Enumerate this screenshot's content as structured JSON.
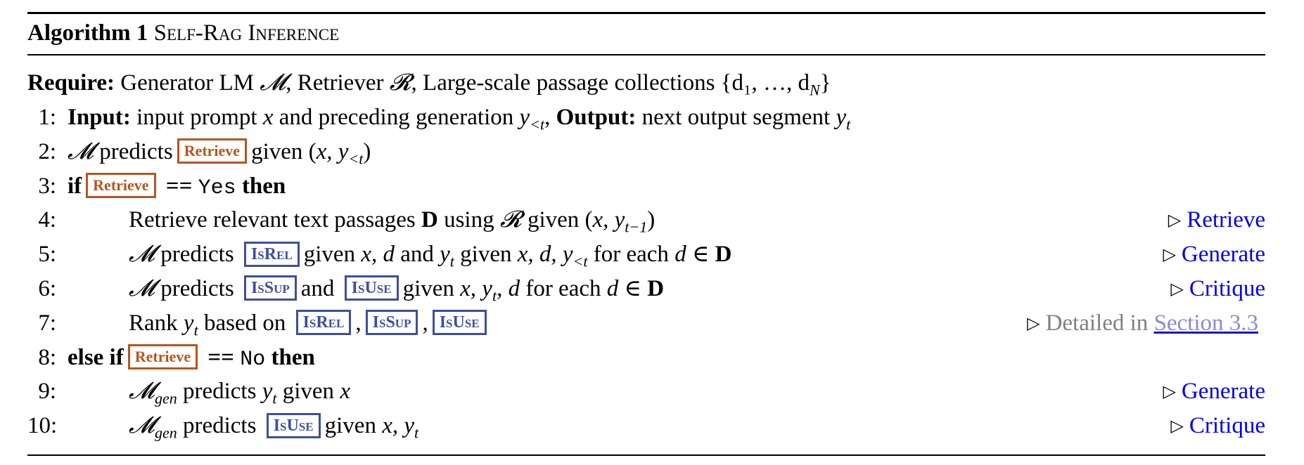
{
  "title": {
    "label": "Algorithm 1",
    "name": "Self-Rag Inference"
  },
  "require": {
    "label": "Require:",
    "segments": [
      {
        "t": " Generator LM ",
        "s": "text"
      },
      {
        "t": "𝓜",
        "s": "math"
      },
      {
        "t": ", Retriever ",
        "s": "text"
      },
      {
        "t": "𝓡",
        "s": "math"
      },
      {
        "t": ", Large-scale passage collections {d₁, …, d",
        "s": "text"
      },
      {
        "t": "N",
        "s": "sub"
      },
      {
        "t": "}",
        "s": "text"
      }
    ]
  },
  "lines": [
    {
      "num": "1:",
      "indent": 1,
      "segments": [
        {
          "t": "Input:",
          "s": "bold"
        },
        {
          "t": " input prompt ",
          "s": "text"
        },
        {
          "t": "x",
          "s": "math"
        },
        {
          "t": " and preceding generation ",
          "s": "text"
        },
        {
          "t": "y",
          "s": "math"
        },
        {
          "t": "<t",
          "s": "sub"
        },
        {
          "t": ", ",
          "s": "text"
        },
        {
          "t": "Output:",
          "s": "bold"
        },
        {
          "t": " next output segment ",
          "s": "text"
        },
        {
          "t": "y",
          "s": "math"
        },
        {
          "t": "t",
          "s": "sub"
        }
      ]
    },
    {
      "num": "2:",
      "indent": 1,
      "segments": [
        {
          "t": "𝓜",
          "s": "math"
        },
        {
          "t": " predicts",
          "s": "text"
        },
        {
          "t": "Retrieve",
          "s": "box-retrieve"
        },
        {
          "t": "given (",
          "s": "text"
        },
        {
          "t": "x, y",
          "s": "math"
        },
        {
          "t": "<t",
          "s": "sub"
        },
        {
          "t": ")",
          "s": "text"
        }
      ]
    },
    {
      "num": "3:",
      "indent": 1,
      "segments": [
        {
          "t": "if",
          "s": "bold"
        },
        {
          "t": "Retrieve",
          "s": "box-retrieve"
        },
        {
          "t": " == ",
          "s": "bold"
        },
        {
          "t": "Yes",
          "s": "mono"
        },
        {
          "t": " then",
          "s": "bold"
        }
      ]
    },
    {
      "num": "4:",
      "indent": 2,
      "segments": [
        {
          "t": "Retrieve relevant text passages ",
          "s": "text"
        },
        {
          "t": "D",
          "s": "bold"
        },
        {
          "t": " using ",
          "s": "text"
        },
        {
          "t": "𝓡",
          "s": "math"
        },
        {
          "t": " given (",
          "s": "text"
        },
        {
          "t": "x, y",
          "s": "math"
        },
        {
          "t": "t−1",
          "s": "sub"
        },
        {
          "t": ")",
          "s": "text"
        }
      ],
      "comment": {
        "text": "Retrieve",
        "style": "blue"
      }
    },
    {
      "num": "5:",
      "indent": 2,
      "segments": [
        {
          "t": "𝓜",
          "s": "math"
        },
        {
          "t": " predicts ",
          "s": "text"
        },
        {
          "t": "IsRel",
          "s": "box-crit"
        },
        {
          "t": "given ",
          "s": "text"
        },
        {
          "t": "x, d",
          "s": "math"
        },
        {
          "t": " and ",
          "s": "text"
        },
        {
          "t": "y",
          "s": "math"
        },
        {
          "t": "t",
          "s": "sub"
        },
        {
          "t": " given ",
          "s": "text"
        },
        {
          "t": "x, d, y",
          "s": "math"
        },
        {
          "t": "<t",
          "s": "sub"
        },
        {
          "t": " for each ",
          "s": "text"
        },
        {
          "t": "d",
          "s": "math"
        },
        {
          "t": " ∈ ",
          "s": "text"
        },
        {
          "t": "D",
          "s": "bold"
        }
      ],
      "comment": {
        "text": "Generate",
        "style": "blue"
      }
    },
    {
      "num": "6:",
      "indent": 2,
      "segments": [
        {
          "t": "𝓜",
          "s": "math"
        },
        {
          "t": " predicts ",
          "s": "text"
        },
        {
          "t": "IsSup",
          "s": "box-crit"
        },
        {
          "t": "and ",
          "s": "text"
        },
        {
          "t": "IsUse",
          "s": "box-crit"
        },
        {
          "t": "given ",
          "s": "text"
        },
        {
          "t": "x, y",
          "s": "math"
        },
        {
          "t": "t",
          "s": "sub"
        },
        {
          "t": ", d",
          "s": "math"
        },
        {
          "t": " for each ",
          "s": "text"
        },
        {
          "t": "d",
          "s": "math"
        },
        {
          "t": " ∈ ",
          "s": "text"
        },
        {
          "t": "D",
          "s": "bold"
        }
      ],
      "comment": {
        "text": "Critique",
        "style": "blue"
      }
    },
    {
      "num": "7:",
      "indent": 2,
      "segments": [
        {
          "t": "Rank ",
          "s": "text"
        },
        {
          "t": "y",
          "s": "math"
        },
        {
          "t": "t",
          "s": "sub"
        },
        {
          "t": " based on ",
          "s": "text"
        },
        {
          "t": "IsRel",
          "s": "box-crit"
        },
        {
          "t": ",",
          "s": "text"
        },
        {
          "t": "IsSup",
          "s": "box-crit"
        },
        {
          "t": ",",
          "s": "text"
        },
        {
          "t": "IsUse",
          "s": "box-crit"
        }
      ],
      "comment": {
        "text": "Detailed in ",
        "style": "gray",
        "link": "Section 3.3"
      }
    },
    {
      "num": "8:",
      "indent": 1,
      "segments": [
        {
          "t": "else if",
          "s": "bold"
        },
        {
          "t": "Retrieve",
          "s": "box-retrieve"
        },
        {
          "t": " == ",
          "s": "bold"
        },
        {
          "t": "No",
          "s": "mono"
        },
        {
          "t": " then",
          "s": "bold"
        }
      ]
    },
    {
      "num": "9:",
      "indent": 2,
      "segments": [
        {
          "t": "𝓜",
          "s": "math"
        },
        {
          "t": "gen",
          "s": "sub-math"
        },
        {
          "t": " predicts ",
          "s": "text"
        },
        {
          "t": "y",
          "s": "math"
        },
        {
          "t": "t",
          "s": "sub"
        },
        {
          "t": " given ",
          "s": "text"
        },
        {
          "t": "x",
          "s": "math"
        }
      ],
      "comment": {
        "text": "Generate",
        "style": "blue"
      }
    },
    {
      "num": "10:",
      "indent": 2,
      "segments": [
        {
          "t": "𝓜",
          "s": "math"
        },
        {
          "t": "gen",
          "s": "sub-math"
        },
        {
          "t": " predicts ",
          "s": "text"
        },
        {
          "t": "IsUse",
          "s": "box-crit"
        },
        {
          "t": "given ",
          "s": "text"
        },
        {
          "t": "x, y",
          "s": "math"
        },
        {
          "t": "t",
          "s": "sub"
        }
      ],
      "comment": {
        "text": "Critique",
        "style": "blue"
      }
    }
  ],
  "comment_marker": "▷",
  "colors": {
    "retrieve_token": "#b5561f",
    "critique_token": "#3c4f9e",
    "comment": "#0000ee",
    "detail": "#808080"
  }
}
